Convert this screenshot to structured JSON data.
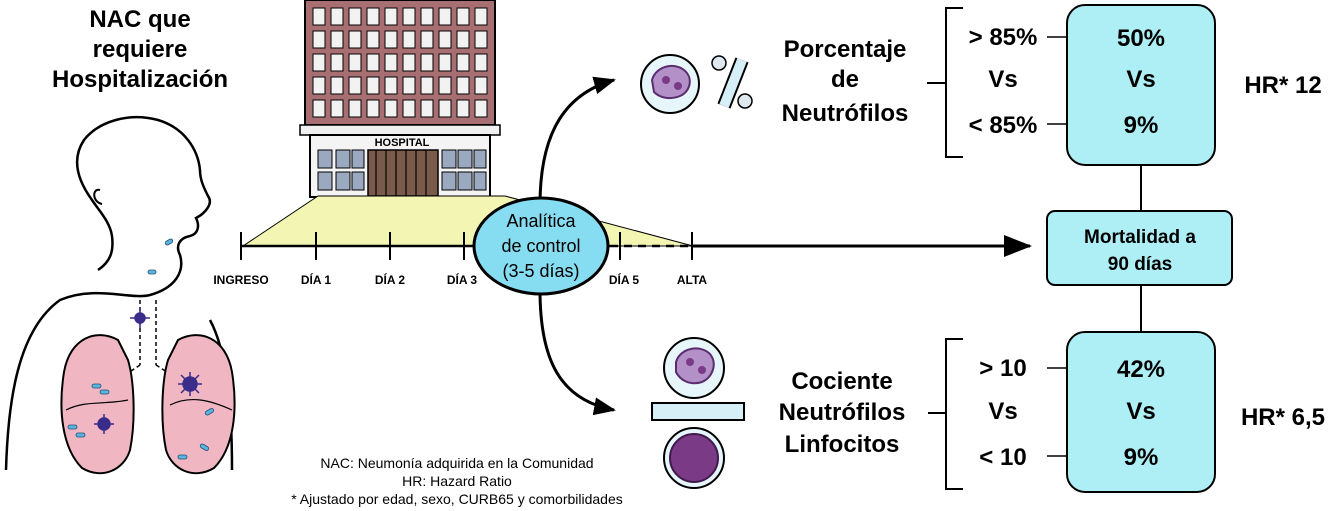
{
  "title": {
    "line1": "NAC que",
    "line2": "requiere",
    "line3": "Hospitalización"
  },
  "hospital": {
    "sign": "HOSPITAL"
  },
  "timeline": {
    "labels": {
      "ingreso": "INGRESO",
      "dia1": "DÍA 1",
      "dia2": "DÍA 2",
      "dia3": "DÍA 3",
      "dia5": "DÍA 5",
      "alta": "ALTA"
    }
  },
  "control": {
    "line1": "Analítica",
    "line2": "de control",
    "line3": "(3-5 días)"
  },
  "top": {
    "label": {
      "line1": "Porcentaje",
      "line2": "de",
      "line3": "Neutrófilos"
    },
    "threshold_high": "> 85%",
    "vs": "Vs",
    "threshold_low": "< 85%",
    "result_high": "50%",
    "result_vs": "Vs",
    "result_low": "9%",
    "hr": "HR* 12"
  },
  "outcome": {
    "line1": "Mortalidad a",
    "line2": "90 días"
  },
  "bottom": {
    "label": {
      "line1": "Cociente",
      "line2": "Neutrófilos",
      "line3": "Linfocitos"
    },
    "threshold_high": "> 10",
    "vs": "Vs",
    "threshold_low": "< 10",
    "result_high": "42%",
    "result_vs": "Vs",
    "result_low": "9%",
    "hr": "HR* 6,5"
  },
  "footnotes": {
    "line1": "NAC: Neumonía adquirida en la Comunidad",
    "line2": "HR: Hazard Ratio",
    "line3": "* Ajustado por edad, sexo, CURB65 y comorbilidades"
  },
  "colors": {
    "box_fill": "#aeeef5",
    "control_fill": "#86dcf0",
    "timeline_band": "#f3f5b3",
    "lung_fill": "#f0b7c3",
    "cell_purple": "#7a3a86"
  }
}
